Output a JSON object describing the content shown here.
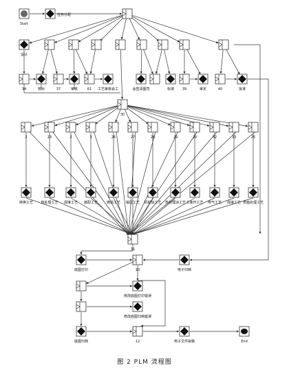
{
  "caption": "图 2 PLM 流程图",
  "start_label": "Start",
  "end_label": "End",
  "node_labels": {
    "assign": "任务分配",
    "design": "设计",
    "n34": "34",
    "proofread": "校对",
    "n37": "37",
    "review": "审核",
    "n61": "61",
    "tech_audit": "工艺审核会工",
    "cost_audit": "会签清图司",
    "standard": "标准",
    "n39": "39",
    "approve": "审定",
    "n40": "40",
    "ratify": "批准",
    "n30": "30",
    "j2": "2",
    "j23": "23",
    "j2b": "2",
    "j3": "3",
    "j26": "26",
    "j27": "27",
    "j28": "28",
    "j29": "29",
    "j20": "20",
    "j32": "32",
    "j33": "33",
    "j25": "25",
    "t_turn": "转换工艺",
    "t_heat": "热处理工艺",
    "t_weld": "焊接工艺",
    "t_assy": "装配工艺",
    "t_cast": "铸造工艺",
    "t_forge": "锻压工艺",
    "t_mach": "机械加工艺",
    "t_coat": "热处理涂工艺",
    "t_tool": "工装作工艺",
    "t_elec": "电气工艺",
    "t_heat2": "焊接工艺",
    "t_surface": "表面处理工艺",
    "n31": "31",
    "print_drawing": "底图打印",
    "n10": "10",
    "e_doc": "电子归档",
    "fix_print": "修改底图打印错误",
    "fix_archive": "修改底图归档错误",
    "archive": "底图归档",
    "n12": "12",
    "e_file": "电子文件竣稿"
  }
}
